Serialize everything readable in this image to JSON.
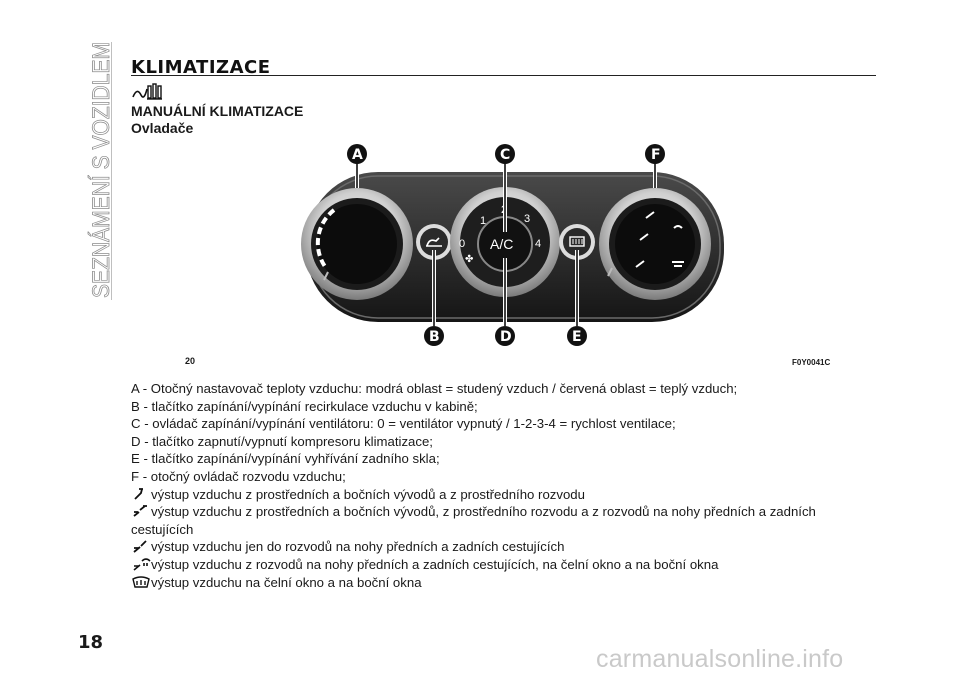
{
  "sidebar": {
    "label": "SEZNÁMENÍ S VOZIDLEM"
  },
  "header": {
    "title": "KLIMATIZACE"
  },
  "section": {
    "title": "MANUÁLNÍ KLIMATIZACE",
    "subtitle": "Ovladače"
  },
  "figure": {
    "number": "20",
    "code": "F0Y0041C",
    "callouts": [
      "A",
      "B",
      "C",
      "D",
      "E",
      "F"
    ],
    "knob_c": {
      "labels": [
        "0",
        "1",
        "2",
        "3",
        "4"
      ],
      "center": "A/C"
    }
  },
  "legend": {
    "items": [
      "A - Otočný nastavovač teploty vzduchu: modrá oblast = studený vzduch / červená oblast = teplý vzduch;",
      "B - tlačítko zapínání/vypínání recirkulace vzduchu v kabině;",
      "C - ovládač zapínání/vypínání ventilátoru: 0 = ventilátor vypnutý / 1-2-3-4 = rychlost ventilace;",
      "D - tlačítko zapnutí/vypnutí kompresoru klimatizace;",
      "E - tlačítko zapínání/vypínání vyhřívání zadního skla;",
      "F - otočný ovládač rozvodu vzduchu;"
    ],
    "modes": [
      {
        "icon": "face-vent-icon",
        "text": "výstup vzduchu z prostředních a bočních vývodů a z prostředního rozvodu"
      },
      {
        "icon": "face-feet-vent-icon",
        "text": "výstup vzduchu z prostředních a bočních vývodů, z prostředního rozvodu a z rozvodů na nohy předních a zadních cestujících"
      },
      {
        "icon": "feet-vent-icon",
        "text": "výstup vzduchu jen do rozvodů na nohy předních a zadních cestujících"
      },
      {
        "icon": "feet-windshield-icon",
        "text": "výstup vzduchu z rozvodů na nohy předních a zadních cestujících, na čelní okno a na boční okna"
      },
      {
        "icon": "windshield-defrost-icon",
        "text": "výstup vzduchu na čelní okno a na boční okna"
      }
    ]
  },
  "footer": {
    "page_number": "18",
    "watermark": "carmanualsonline.info"
  }
}
